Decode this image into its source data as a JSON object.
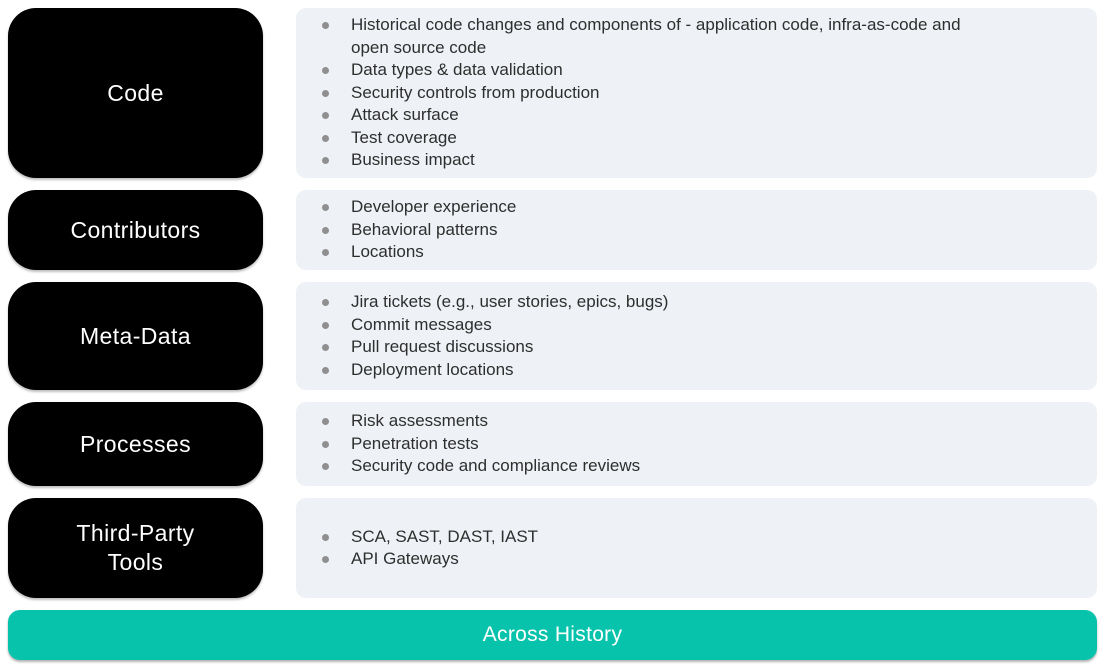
{
  "colors": {
    "teal": "#08C3AC",
    "panel-bg": "#EEF2F6",
    "box-bg": "#000000",
    "box-text": "#FFFFFF",
    "text-dark": "#2E2E2E",
    "dot": "#8F8F8F"
  },
  "rows": [
    {
      "label": "Code",
      "items": [
        "Historical code changes and components of - application code, infra-as-code and open source code",
        "Data types & data validation",
        "Security controls from production",
        "Attack surface",
        "Test coverage",
        "Business impact"
      ]
    },
    {
      "label": "Contributors",
      "items": [
        "Developer experience",
        "Behavioral patterns",
        "Locations"
      ]
    },
    {
      "label": "Meta-Data",
      "items": [
        "Jira tickets (e.g., user stories, epics, bugs)",
        "Commit messages",
        "Pull request discussions",
        "Deployment locations"
      ]
    },
    {
      "label": "Processes",
      "items": [
        "Risk assessments",
        "Penetration tests",
        "Security code and compliance reviews"
      ]
    },
    {
      "label": "Third-Party Tools",
      "items": [
        "SCA, SAST, DAST, IAST",
        "API Gateways"
      ]
    }
  ],
  "banner": {
    "label": "Across History"
  }
}
